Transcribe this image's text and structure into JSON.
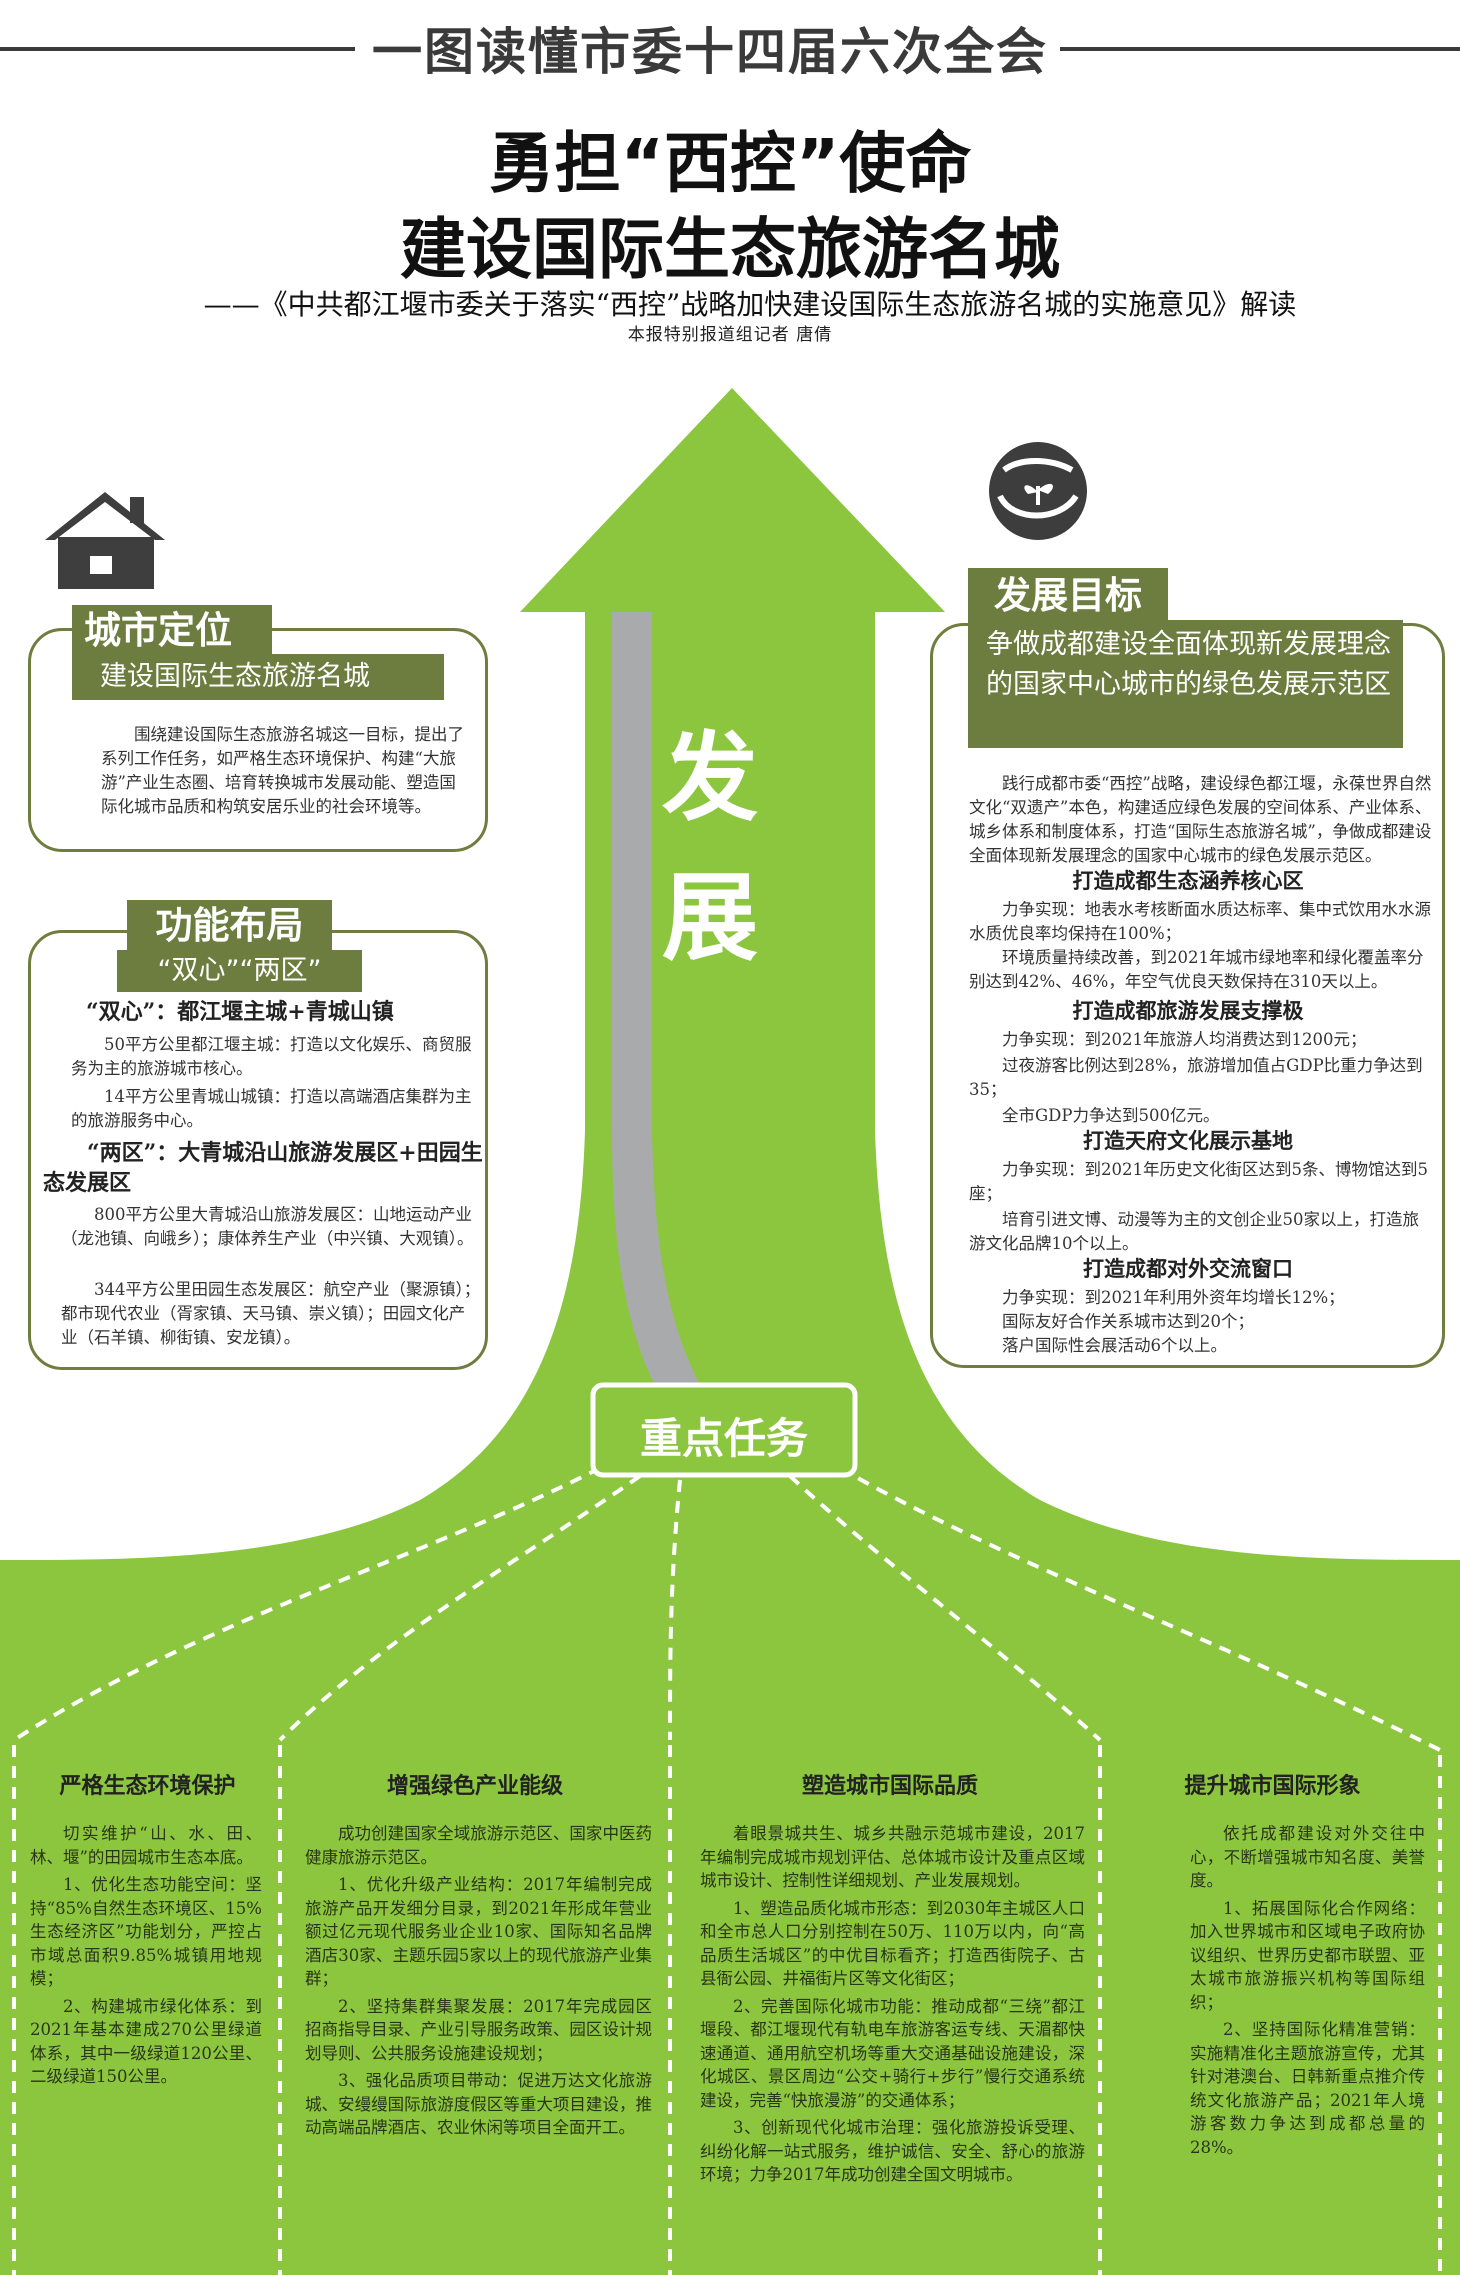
{
  "header": {
    "banner": "一图读懂市委十四届六次全会",
    "title_line1": "勇担“西控”使命",
    "title_line2": "建设国际生态旅游名城",
    "subtitle": "——《中共都江堰市委关于落实“西控”战略加快建设国际生态旅游名城的实施意见》解读",
    "byline": "本报特别报道组记者 唐倩"
  },
  "arrow": {
    "label_char1": "发",
    "label_char2": "展"
  },
  "colors": {
    "green_light": "#8cc63f",
    "green_dark": "#6c7d3f",
    "gray_shadow": "#a9aaab",
    "text_dark": "#222222"
  },
  "city_position": {
    "icon": "house-icon",
    "tag": "城市定位",
    "headline": "建设国际生态旅游名城",
    "body": "围绕建设国际生态旅游名城这一目标，提出了系列工作任务，如严格生态环境保护、构建“大旅游”产业生态圈、培育转换城市发展动能、塑造国际化城市品质和构筑安居乐业的社会环境等。"
  },
  "layout_section": {
    "tag": "功能布局",
    "headline": "“双心”“两区”",
    "shuangxin_heading": "“双心”：都江堰主城+青城山镇",
    "shuangxin_p1": "50平方公里都江堰主城：打造以文化娱乐、商贸服务为主的旅游城市核心。",
    "shuangxin_p2": "14平方公里青城山城镇：打造以高端酒店集群为主的旅游服务中心。",
    "liangqu_heading": "“两区”：大青城沿山旅游发展区+田园生态发展区",
    "liangqu_p1": "800平方公里大青城沿山旅游发展区：山地运动产业（龙池镇、向峨乡）；康体养生产业（中兴镇、大观镇）。",
    "liangqu_p2": "344平方公里田园生态发展区：航空产业（聚源镇）；都市现代农业（胥家镇、天马镇、崇义镇）；田园文化产业（石羊镇、柳街镇、安龙镇）。"
  },
  "goal": {
    "icon": "hands-sprout-icon",
    "tag": "发展目标",
    "headline": "争做成都建设全面体现新发展理念的国家中心城市的绿色发展示范区",
    "intro": "践行成都市委“西控”战略，建设绿色都江堰，永葆世界自然文化“双遗产”本色，构建适应绿色发展的空间体系、产业体系、城乡体系和制度体系，打造“国际生态旅游名城”，争做成都建设全面体现新发展理念的国家中心城市的绿色发展示范区。",
    "sections": [
      {
        "heading": "打造成都生态涵养核心区",
        "items": [
          "力争实现：地表水考核断面水质达标率、集中式饮用水水源水质优良率均保持在100%；",
          "环境质量持续改善，到2021年城市绿地率和绿化覆盖率分别达到42%、46%，年空气优良天数保持在310天以上。"
        ]
      },
      {
        "heading": "打造成都旅游发展支撑极",
        "items": [
          "力争实现：到2021年旅游人均消费达到1200元；",
          "过夜游客比例达到28%，旅游增加值占GDP比重力争达到35；",
          "全市GDP力争达到500亿元。"
        ]
      },
      {
        "heading": "打造天府文化展示基地",
        "items": [
          "力争实现：到2021年历史文化街区达到5条、博物馆达到5座；",
          "培育引进文博、动漫等为主的文创企业50家以上，打造旅游文化品牌10个以上。"
        ]
      },
      {
        "heading": "打造成都对外交流窗口",
        "items": [
          "力争实现：到2021年利用外资年均增长12%；",
          "国际友好合作关系城市达到20个；",
          "落户国际性会展活动6个以上。"
        ]
      }
    ]
  },
  "tasks": {
    "label": "重点任务",
    "columns": [
      {
        "title": "严格生态环境保护",
        "paragraphs": [
          "切实维护“山、水、田、林、堰”的田园城市生态本底。",
          "1、优化生态功能空间：坚持“85%自然生态环境区、15%生态经济区”功能划分，严控占市域总面积9.85%城镇用地规模；",
          "2、构建城市绿化体系：到2021年基本建成270公里绿道体系，其中一级绿道120公里、二级绿道150公里。"
        ]
      },
      {
        "title": "增强绿色产业能级",
        "paragraphs": [
          "成功创建国家全域旅游示范区、国家中医药健康旅游示范区。",
          "1、优化升级产业结构：2017年编制完成旅游产品开发细分目录，到2021年形成年营业额过亿元现代服务业企业10家、国际知名品牌酒店30家、主题乐园5家以上的现代旅游产业集群；",
          "2、坚持集群集聚发展：2017年完成园区招商指导目录、产业引导服务政策、园区设计规划导则、公共服务设施建设规划；",
          "3、强化品质项目带动：促进万达文化旅游城、安缦缦国际旅游度假区等重大项目建设，推动高端品牌酒店、农业休闲等项目全面开工。"
        ]
      },
      {
        "title": "塑造城市国际品质",
        "paragraphs": [
          "着眼景城共生、城乡共融示范城市建设，2017年编制完成城市规划评估、总体城市设计及重点区域城市设计、控制性详细规划、产业发展规划。",
          "1、塑造品质化城市形态：到2030年主城区人口和全市总人口分别控制在50万、110万以内，向“高品质生活城区”的中优目标看齐；打造西街院子、古县衙公园、井福街片区等文化街区；",
          "2、完善国际化城市功能：推动成都“三绕”都江堰段、都江堰现代有轨电车旅游客运专线、天湄都快速通道、通用航空机场等重大交通基础设施建设，深化城区、景区周边“公交+骑行+步行”慢行交通系统建设，完善“快旅漫游”的交通体系；",
          "3、创新现代化城市治理：强化旅游投诉受理、纠纷化解一站式服务，维护诚信、安全、舒心的旅游环境；力争2017年成功创建全国文明城市。"
        ]
      },
      {
        "title": "提升城市国际形象",
        "paragraphs": [
          "依托成都建设对外交往中心，不断增强城市知名度、美誉度。",
          "1、拓展国际化合作网络：加入世界城市和区域电子政府协议组织、世界历史都市联盟、亚太城市旅游振兴机构等国际组织；",
          "2、坚持国际化精准营销：实施精准化主题旅游宣传，尤其针对港澳台、日韩新重点推介传统文化旅游产品；2021年人境游客数力争达到成都总量的28%。"
        ]
      }
    ]
  }
}
